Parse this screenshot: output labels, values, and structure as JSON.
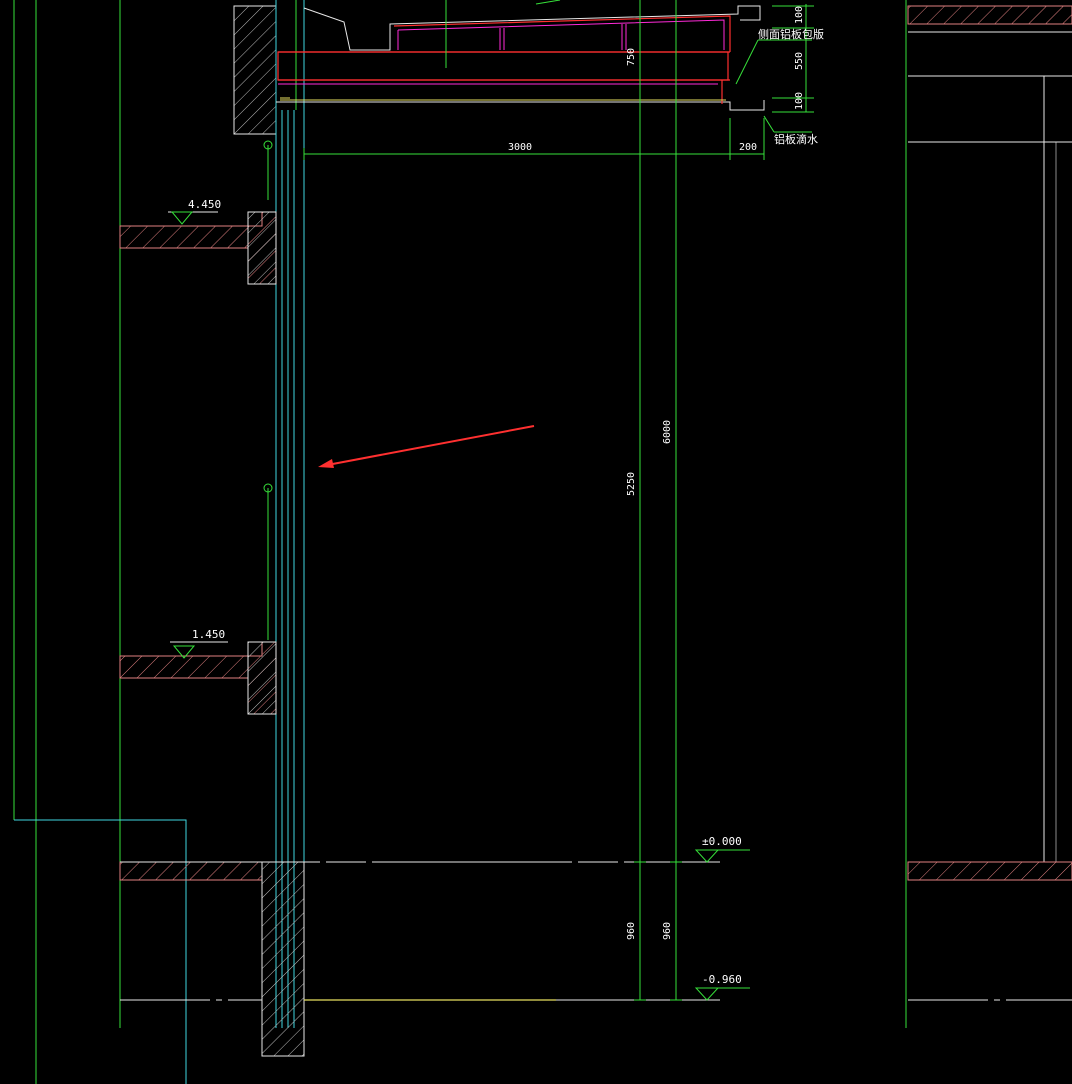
{
  "elevations": {
    "level_upper": "4.450",
    "level_lower": "1.450",
    "level_zero": "±0.000",
    "level_ground": "-0.960"
  },
  "dimensions": {
    "canopy_width": "3000",
    "drip_width": "200",
    "top_100": "100",
    "mid_550": "550",
    "bot_100": "100",
    "inner_750": "750",
    "height_5250": "5250",
    "height_6000": "6000",
    "below_960_a": "960",
    "below_960_b": "960"
  },
  "annotations": {
    "side_cladding": "侧面铝板包版",
    "drip_edge": "铝板滴水"
  },
  "colors": {
    "background": "#000000",
    "cyan": "#3fd6e0",
    "green": "#36e03a",
    "red": "#ff3030",
    "magenta": "#ff2ad8",
    "white": "#e8e8e8",
    "hatch_pink": "#e08080",
    "yellow": "#e8e060"
  }
}
